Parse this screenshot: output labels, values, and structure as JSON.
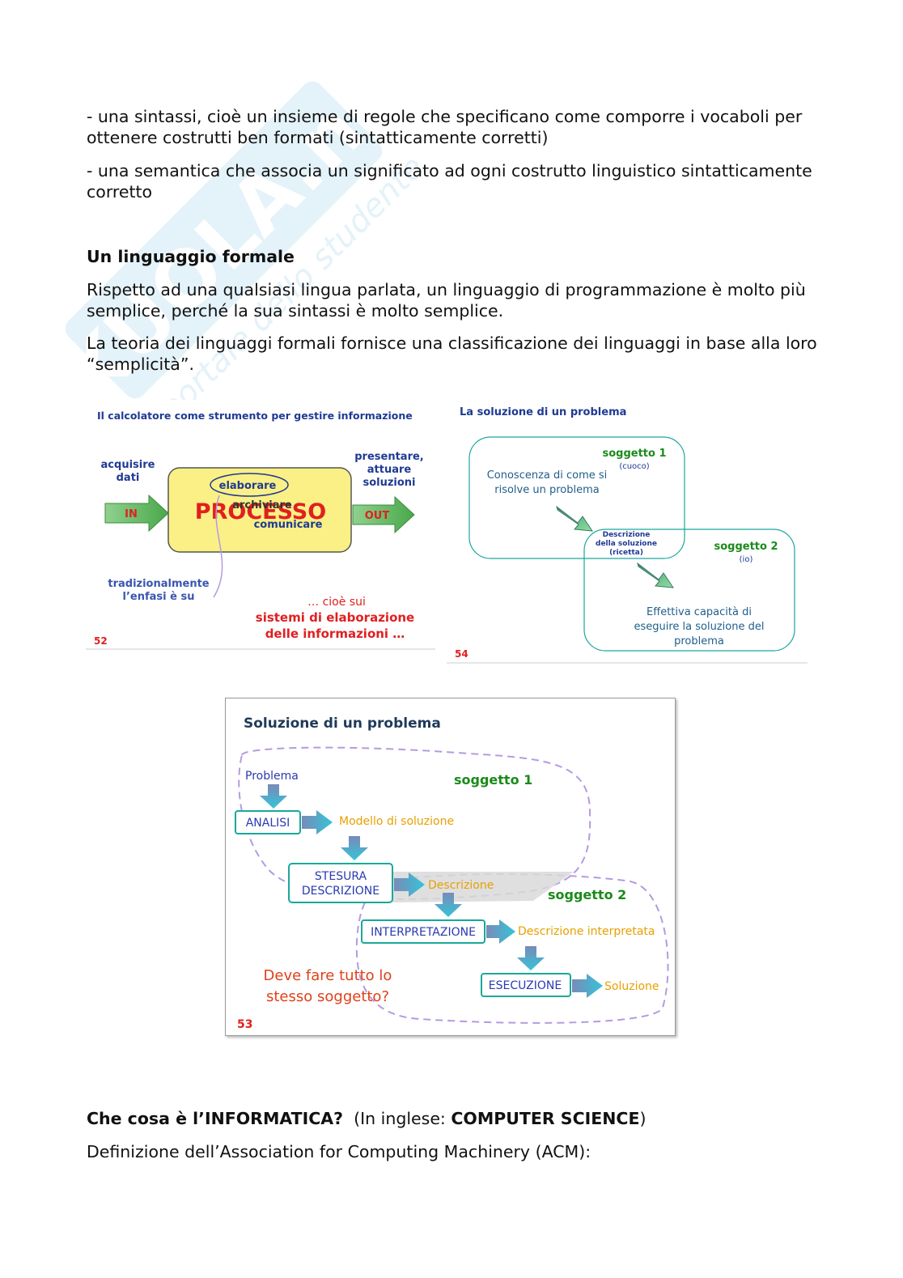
{
  "watermark": {
    "brand": "SKUOLA.net",
    "tagline": "il portale dello studente"
  },
  "paragraphs": {
    "p1": "- una sintassi, cioè un insieme di regole che specificano come comporre i vocaboli per ottenere costrutti ben formati (sintatticamente corretti)",
    "p2": "- una semantica che associa un significato ad ogni costrutto linguistico sintatticamente corretto",
    "heading1": "Un linguaggio formale",
    "p3": "Rispetto ad una qualsiasi lingua parlata, un linguaggio di programmazione è molto più semplice, perché la sua sintassi è molto semplice.",
    "p4": "La teoria dei linguaggi formali fornisce una classificazione dei linguaggi in base alla loro “semplicità”."
  },
  "slide52": {
    "title": "Il calcolatore come strumento per gestire informazione",
    "acquire1": "acquisire",
    "acquire2": "dati",
    "present1": "presentare,",
    "present2": "attuare",
    "present3": "soluzioni",
    "in": "IN",
    "out": "OUT",
    "process": "PROCESSO",
    "elaborare": "elaborare",
    "archiviare": "archiviare",
    "comunicare": "comunicare",
    "trad1": "tradizionalmente",
    "trad2": "l’enfasi è su",
    "cioe": "… cioè sui",
    "sistemi1": "sistemi di elaborazione",
    "sistemi2": "delle informazioni …",
    "number": "52"
  },
  "slide54": {
    "title": "La soluzione di un problema",
    "soggetto1": "soggetto 1",
    "cuoco": "(cuoco)",
    "conoscenza1": "Conoscenza di come si",
    "conoscenza2": "risolve un problema",
    "descr1": "Descrizione",
    "descr2": "della soluzione",
    "descr3": "(ricetta)",
    "soggetto2": "soggetto 2",
    "io": "(io)",
    "effettiva1": "Effettiva capacità di",
    "effettiva2": "eseguire la soluzione del",
    "effettiva3": "problema",
    "number": "54"
  },
  "slide53": {
    "title": "Soluzione di un problema",
    "problema": "Problema",
    "soggetto1": "soggetto 1",
    "analisi": "ANALISI",
    "modello": "Modello di soluzione",
    "stesura1": "STESURA",
    "stesura2": "DESCRIZIONE",
    "descrizione": "Descrizione",
    "soggetto2": "soggetto 2",
    "interpretazione": "INTERPRETAZIONE",
    "descr_interp": "Descrizione interpretata",
    "deve1": "Deve fare tutto lo",
    "deve2": "stesso soggetto?",
    "esecuzione": "ESECUZIONE",
    "soluzione": "Soluzione",
    "number": "53"
  },
  "closing": {
    "heading_main": "Che cosa è l’INFORMATICA?",
    "heading_paren_open": "(In inglese: ",
    "heading_cs": "COMPUTER SCIENCE",
    "heading_paren_close": ")",
    "definition": "Definizione dell’Association for Computing Machinery (ACM):"
  },
  "colors": {
    "slide_blue": "#1f3a93",
    "slide_green": "#1a8a1a",
    "slide_orange": "#e8a000",
    "slide_red": "#e02020",
    "teal": "#1aa89a",
    "lilac": "#b49be0"
  }
}
